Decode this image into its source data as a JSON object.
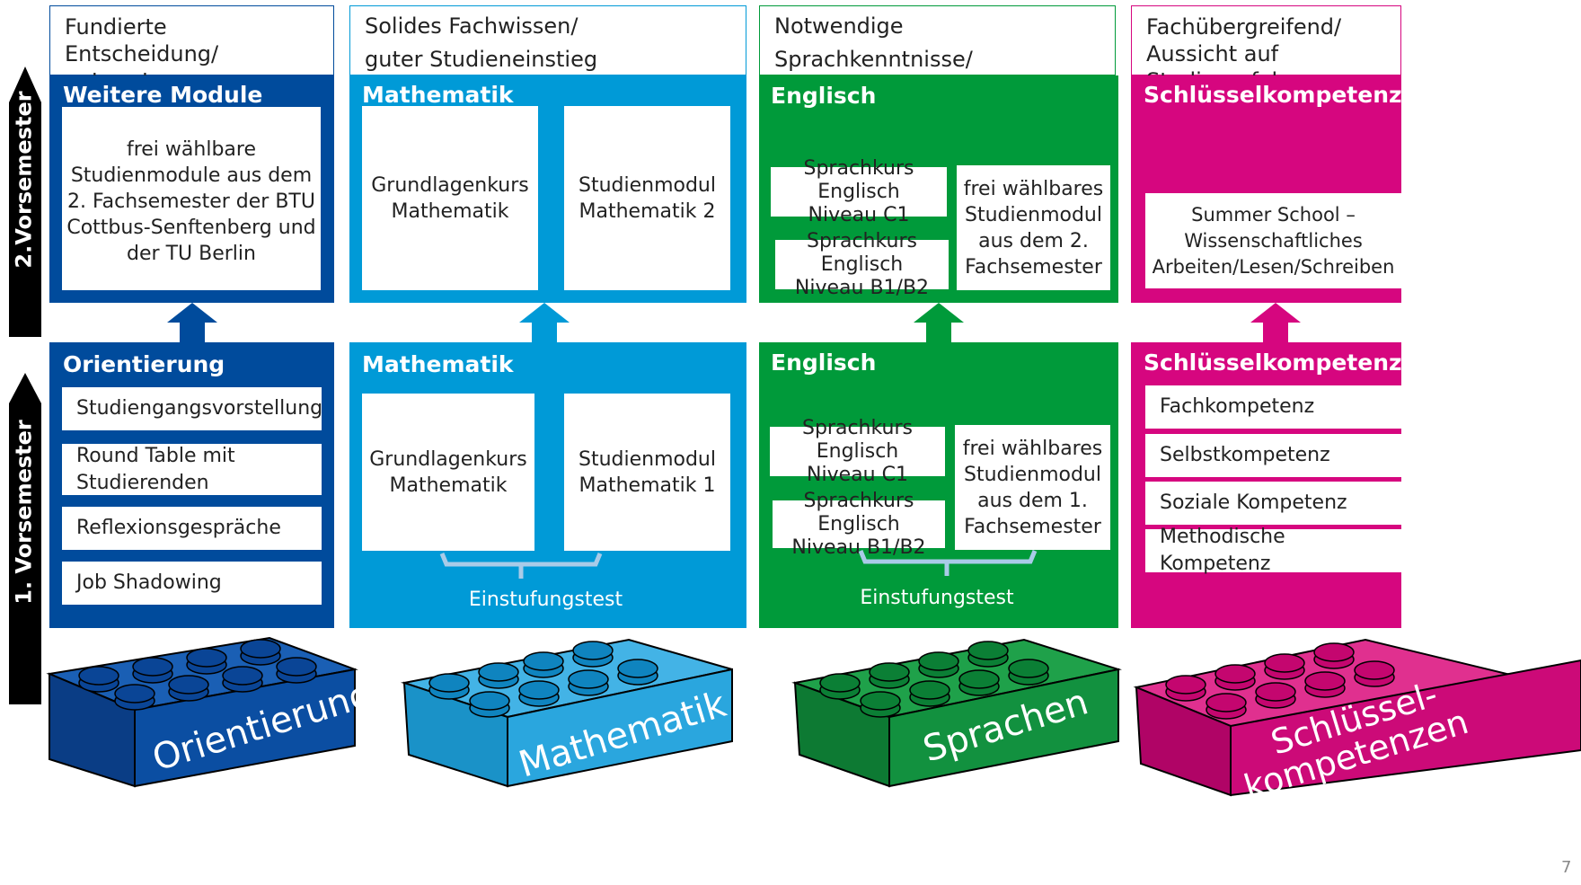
{
  "colors": {
    "orientierung": "#004b9c",
    "mathematik": "#009ad7",
    "sprachen": "#009a3a",
    "schluessel": "#d6067f",
    "arrow": "#000000"
  },
  "sidebar": {
    "semester2": "2.Vorsemester",
    "semester1": "1. Vorsemester"
  },
  "columns": {
    "orientierung": {
      "header": "Fundierte Entscheidung/\nentzerrter Studieneinstieg",
      "upper_title": "Weitere Module",
      "upper_box": "frei wählbare\nStudienmodule aus dem\n2. Fachsemester der BTU\nCottbus-Senftenberg und\nder TU Berlin",
      "lower_title": "Orientierung",
      "lower_items": [
        "Studiengangsvorstellung",
        "Round Table mit\nStudierenden",
        "Reflexionsgespräche",
        "Job Shadowing"
      ],
      "brick_label": "Orientierung"
    },
    "mathematik": {
      "header": "Solides Fachwissen/\nguter Studieneinstieg",
      "upper_title": "Mathematik",
      "upper_box_left": "Grundlagenkurs\nMathematik",
      "upper_box_right": "Studienmodul\nMathematik 2",
      "lower_title": "Mathematik",
      "lower_box_left": "Grundlagenkurs\nMathematik",
      "lower_box_right": "Studienmodul\nMathematik 1",
      "caption": "Einstufungstest",
      "brick_label": "Mathematik"
    },
    "sprachen": {
      "header": "Notwendige Sprachkenntnisse/\nVorteil für Studium und Praxis",
      "upper_title": "Englisch",
      "upper_c1": "Sprachkurs Englisch\nNiveau C1",
      "upper_b1": "Sprachkurs Englisch\nNiveau B1/B2",
      "upper_modul": "frei wählbares\nStudienmodul\naus dem 2.\nFachsemester",
      "lower_title": "Englisch",
      "lower_c1": "Sprachkurs Englisch\nNiveau C1",
      "lower_b1": "Sprachkurs Englisch\nNiveau B1/B2",
      "lower_modul": "frei wählbares\nStudienmodul\naus dem 1.\nFachsemester",
      "caption": "Einstufungstest",
      "brick_label": "Sprachen"
    },
    "schluessel": {
      "header": "Fachübergreifend/\nAussicht auf Studienerfolg",
      "upper_title": "Schlüsselkompetenzen",
      "upper_box": "Summer School –\nWissenschaftliches\nArbeiten/Lesen/Schreiben",
      "lower_title": "Schlüsselkompetenzen",
      "lower_items": [
        "Fachkompetenz",
        "Selbstkompetenz",
        "Soziale Kompetenz",
        "Methodische Kompetenz"
      ],
      "brick_label_line1": "Schlüssel-",
      "brick_label_line2": "kompetenzen"
    }
  },
  "page_number": "7"
}
